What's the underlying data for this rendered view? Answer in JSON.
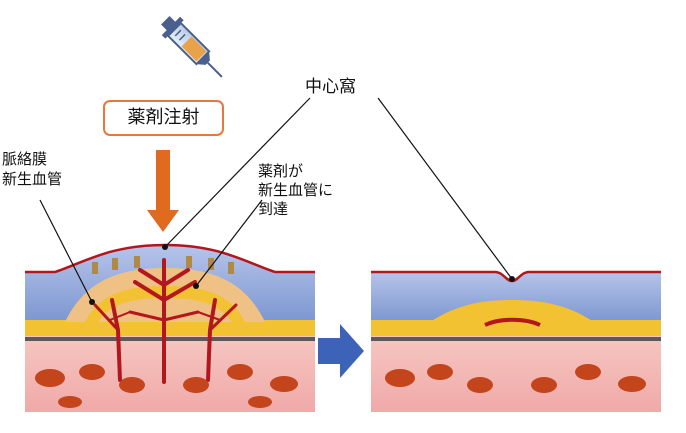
{
  "labels": {
    "injection": "薬剤注射",
    "fovea": "中心窩",
    "cnv_line1": "脈絡膜",
    "cnv_line2": "新生血管",
    "reach_line1": "薬剤が",
    "reach_line2": "新生血管に",
    "reach_line3": "到達"
  },
  "colors": {
    "box_border": "#e8783a",
    "arrow_down": "#e06a1e",
    "arrow_right": "#3d63b8",
    "retina_blue": "#8fa6d8",
    "rpe_yellow": "#f2c233",
    "vessel_red": "#b3171e",
    "choroid_pink": "#f3b7b3"
  },
  "icons": {
    "syringe": "syringe-icon",
    "arrow_down": "arrow-down-icon",
    "arrow_right": "arrow-right-icon"
  }
}
